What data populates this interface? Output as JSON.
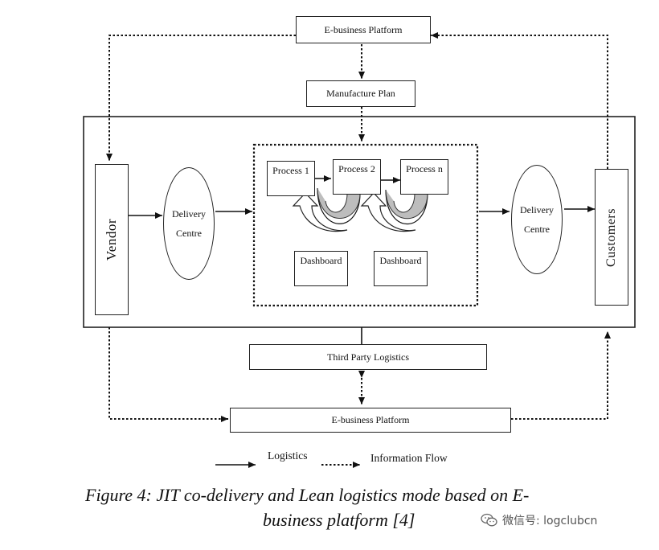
{
  "diagram": {
    "top_platform": "E-business Platform",
    "manufacture_plan": "Manufacture Plan",
    "vendor": "Vendor",
    "delivery_left": [
      "Delivery",
      "Centre"
    ],
    "delivery_right": [
      "Delivery",
      "Centre"
    ],
    "processes": [
      "Process 1",
      "Process 2",
      "Process n"
    ],
    "dashboards": [
      "Dashboard",
      "Dashboard"
    ],
    "customers": "Customers",
    "third_party": "Third Party Logistics",
    "bottom_platform": "E-business Platform"
  },
  "legend": {
    "logistics": "Logistics",
    "information_flow": "Information Flow"
  },
  "caption": {
    "line1": "Figure 4: JIT co-delivery and Lean logistics mode based on E-",
    "line2": "business platform [4]"
  },
  "watermark": {
    "text": "微信号: logclubcn",
    "icon": "wechat-icon"
  }
}
